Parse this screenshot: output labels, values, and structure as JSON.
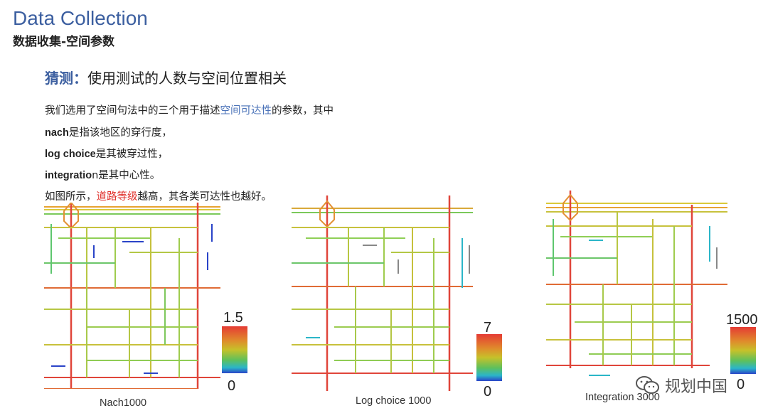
{
  "header": {
    "title": "Data Collection",
    "subtitle": "数据收集-空间参数"
  },
  "hypothesis": {
    "label": "猜测：",
    "text": "使用测试的人数与空间位置相关"
  },
  "paragraph": {
    "line1_a": "我们选用了空间句法中的三个用于描述",
    "line1_link": "空间可达性",
    "line1_b": "的参数，其中",
    "line2_term": "nach",
    "line2_text": "是指该地区的穿行度，",
    "line3_term": "log choice",
    "line3_text": "是其被穿过性，",
    "line4_term": "integratio",
    "line4_text": "n是其中心性。",
    "line5_a": "如图所示，",
    "line5_red": "道路等级",
    "line5_b": "越高，其各类可达性也越好。"
  },
  "maps": [
    {
      "caption": "Nach1000",
      "legend_max": "1.5",
      "legend_min": "0"
    },
    {
      "caption": "Log choice 1000",
      "legend_max": "7",
      "legend_min": "0"
    },
    {
      "caption": "Integration 3000",
      "legend_max": "1500",
      "legend_min": "0"
    }
  ],
  "watermark": {
    "text": "规划中国",
    "icon": "wechat-icon"
  },
  "colors": {
    "title_blue": "#3c5fa0",
    "link_blue": "#4a72b8",
    "highlight_red": "#e0312c"
  }
}
